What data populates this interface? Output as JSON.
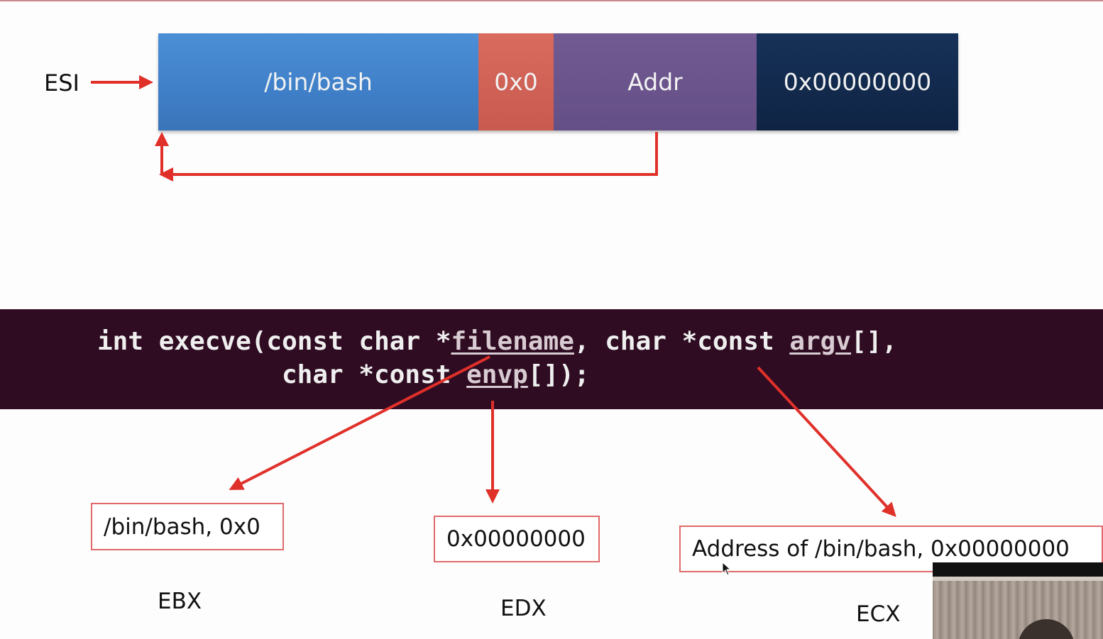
{
  "pointer_label": "ESI",
  "memory_cells": [
    "/bin/bash",
    "0x0",
    "Addr",
    "0x00000000"
  ],
  "code": {
    "line1_a": "int execve(const char *",
    "line1_filename": "filename",
    "line1_b": ", char *const ",
    "line1_argv": "argv",
    "line1_c": "[],",
    "line2_a": "char *const ",
    "line2_envp": "envp",
    "line2_b": "[]);"
  },
  "registers": [
    {
      "name": "EBX",
      "value": "/bin/bash, 0x0"
    },
    {
      "name": "EDX",
      "value": "0x00000000"
    },
    {
      "name": "ECX",
      "value": "Address of /bin/bash, 0x00000000"
    }
  ],
  "colors": {
    "arrow": "#e0302a",
    "cell_bash": "#4384cc",
    "cell_null": "#cc5e52",
    "cell_addr": "#6a538a",
    "cell_zero": "#12294c",
    "code_band": "#2f0c22"
  }
}
